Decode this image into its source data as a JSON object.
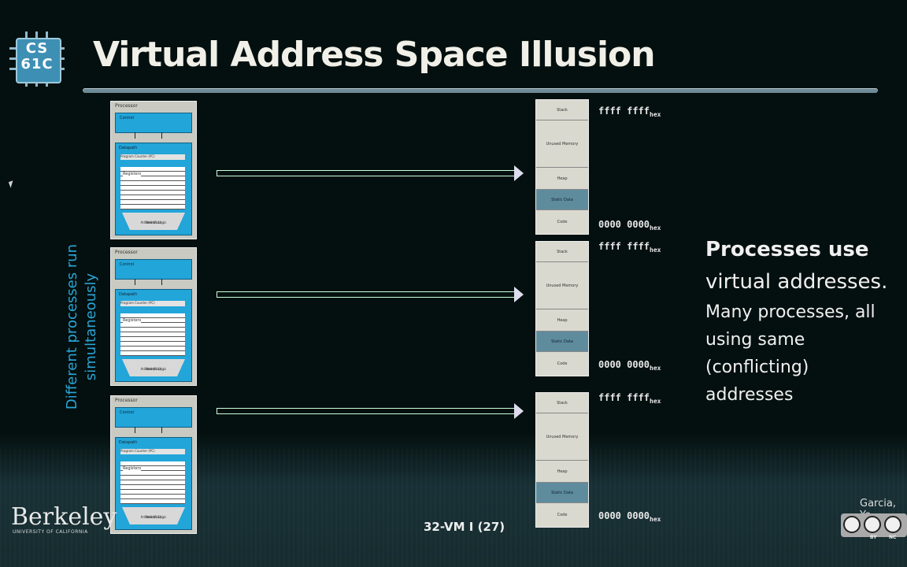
{
  "logo": {
    "line1": "CS",
    "line2": "61C"
  },
  "title": "Virtual Address Space Illusion",
  "processor": {
    "label": "Processor",
    "control": "Control",
    "datapath": "Datapath",
    "pc": "Program Counter (PC)",
    "registers": "Registers",
    "alu_line1": "Arithmetic-Logic",
    "alu_line2": "Unit (ALU)"
  },
  "memory": {
    "stack": "Stack",
    "unused_line1": "Unused",
    "unused_line2": "Memory",
    "heap": "Heap",
    "static": "Static Data",
    "code": "Code"
  },
  "addresses": {
    "high": "ffff ffff",
    "low": "0000 0000",
    "suffix": "hex"
  },
  "side_label": {
    "line1": "Different processes run",
    "line2": "simultaneously"
  },
  "notes": {
    "heading": "Processes use",
    "body": "virtual addresses.",
    "line1": "Many processes, all",
    "line2": "using same",
    "line3": "(conflicting)",
    "line4": "addresses"
  },
  "footer": {
    "institution": "Berkeley",
    "institution_sub": "UNIVERSITY OF CALIFORNIA",
    "slide_number": "32-VM I (27)",
    "author": "Garcia, Yo",
    "license_by": "BY",
    "license_nc": "NC"
  }
}
